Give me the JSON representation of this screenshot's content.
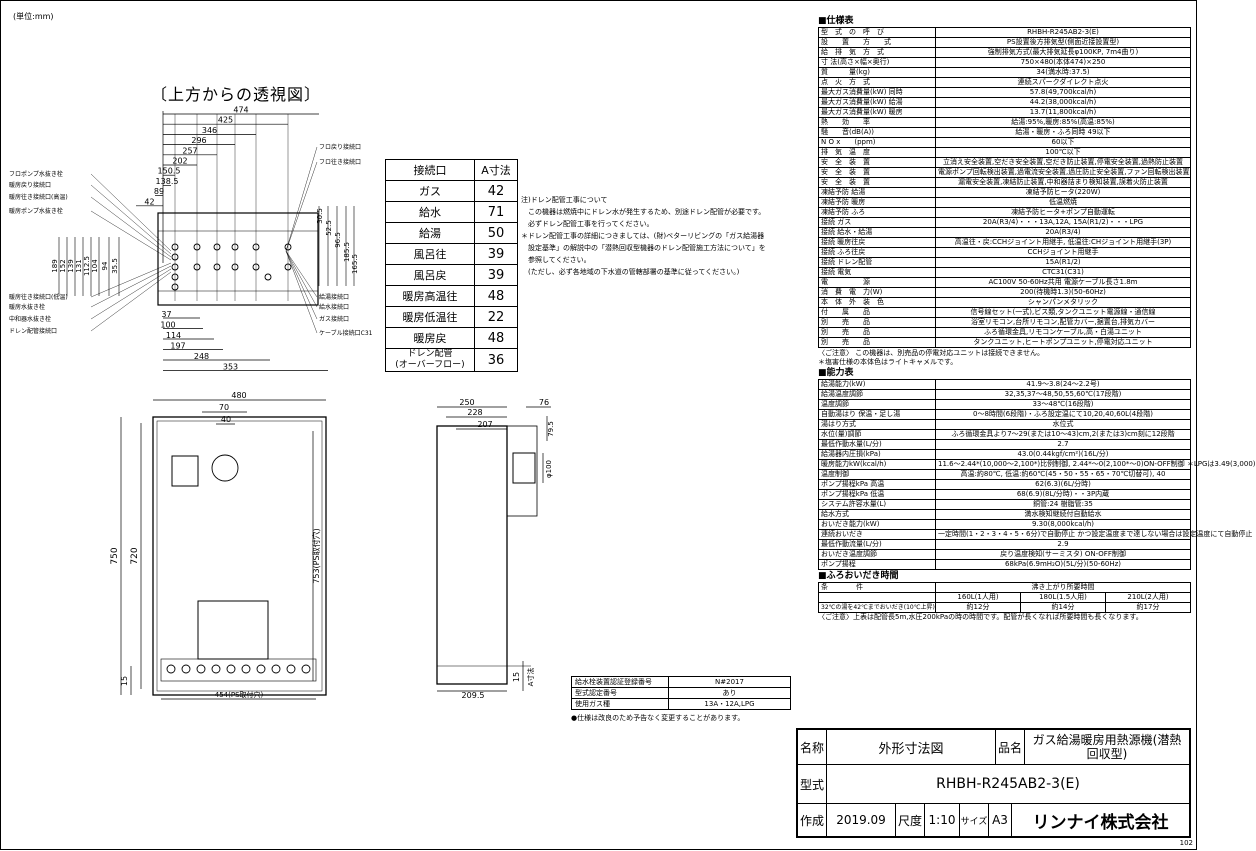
{
  "unit_note": "(単位:mm)",
  "view_title": "〔上方からの透視図〕",
  "top_view": {
    "dims_horizontal": [
      "474",
      "425",
      "346",
      "296",
      "257",
      "202",
      "150.5",
      "138.5",
      "89",
      "42"
    ],
    "dims_bottom": [
      "37",
      "100",
      "114",
      "197",
      "248",
      "353"
    ],
    "dims_left_vertical": [
      "189",
      "152",
      "139",
      "131",
      "112.5",
      "104",
      "94",
      "35.5"
    ],
    "dims_right_vertical": [
      "30.5",
      "52.5",
      "96.5",
      "185.5",
      "165.5"
    ],
    "labels_left": [
      "フロポンプ水抜き栓",
      "暖房戻り接続口",
      "暖房往き接続口(高温)",
      "暖房ポンプ水抜き栓",
      "暖房往き接続口(低温)",
      "暖房水抜き栓",
      "中和器水抜き栓",
      "ドレン配管接続口"
    ],
    "labels_right": [
      "フロ戻り接続口",
      "フロ往き接続口",
      "給湯接続口",
      "給水接続口",
      "ガス接続口",
      "ケーブル接続口C31"
    ]
  },
  "connection_table": {
    "headers": [
      "接続口",
      "A寸法"
    ],
    "rows": [
      [
        "ガス",
        "42"
      ],
      [
        "給水",
        "71"
      ],
      [
        "給湯",
        "50"
      ],
      [
        "風呂往",
        "39"
      ],
      [
        "風呂戻",
        "39"
      ],
      [
        "暖房高温往",
        "48"
      ],
      [
        "暖房低温往",
        "22"
      ],
      [
        "暖房戻",
        "48"
      ],
      [
        "ドレン配管\n(オーバーフロー)",
        "36"
      ]
    ]
  },
  "drain_note": "注)ドレン配管工事について\n　この機器は燃焼中にドレン水が発生するため、別途ドレン配管が必要です。\n　必ずドレン配管工事を行ってください。\n＊ドレン配管工事の詳細につきましては、(財)ベターリビングの「ガス給湯器\n　設定基準」の解説中の「潜熱回収型機器のドレン配管施工方法について」を\n　参照してください。\n　(ただし、必ず各地域の下水道の管轄部署の基準に従ってください。)",
  "front_view": {
    "dims": [
      "480",
      "70",
      "40",
      "750",
      "720",
      "753(PS取付穴)",
      "15",
      "454(PS取付穴)"
    ]
  },
  "side_view": {
    "dims": [
      "250",
      "228",
      "207",
      "76",
      "79.5",
      "φ100",
      "209.5",
      "15",
      "A寸法"
    ]
  },
  "spec_title": "■仕様表",
  "spec_rows": [
    [
      "型　式　の　呼　び",
      "RHBH-R245AB2-3(E)"
    ],
    [
      "設　　置　　方　　式",
      "PS設置後方排気型(側面近接設置型)"
    ],
    [
      "給　排　気　方　式",
      "強制排気方式(最大排気延長φ100KP, 7m4曲り)"
    ],
    [
      "寸 法(高さ×幅×奥行)",
      "750×480(本体474)×250"
    ],
    [
      "質　　　量(kg)",
      "34(満水時:37.5)"
    ],
    [
      "点　火　方　式",
      "連続スパークダイレクト点火"
    ],
    [
      "最大ガス消費量(kW) 同時",
      "57.8(49,700kcal/h)"
    ],
    [
      "最大ガス消費量(kW) 給湯",
      "44.2(38,000kcal/h)"
    ],
    [
      "最大ガス消費量(kW) 暖房",
      "13.7(11,800kcal/h)"
    ],
    [
      "熱　　効　　率",
      "給湯:95%,暖房:85%(高温:85%)"
    ],
    [
      "騒　　音(dB(A))",
      "給湯・暖房・ふろ同時 49以下"
    ],
    [
      "N O x　　(ppm)",
      "60以下"
    ],
    [
      "排　気　温　度",
      "100℃以下"
    ],
    [
      "安　全　装　置",
      "立消え安全装置,空だき安全装置,空だき防止装置,停電安全装置,過熱防止装置"
    ],
    [
      "安　全　装　置",
      "電源ポンプ回転検出装置,過電流安全装置,過圧防止安全装置,ファン回転検出装置"
    ],
    [
      "安　全　装　置",
      "漏電安全装置,凍結防止装置,中和器詰まり検知装置,誤着火防止装置"
    ],
    [
      "凍結予防 給湯",
      "凍結予防ヒータ(220W)"
    ],
    [
      "凍結予防 暖房",
      "低温燃焼"
    ],
    [
      "凍結予防 ふろ",
      "凍結予防ヒータ+ポンプ自動運転"
    ],
    [
      "接続 ガス",
      "20A(R3/4)・・・13A,12A, 15A(R1/2)・・・LPG"
    ],
    [
      "接続 給水・給湯",
      "20A(R3/4)"
    ],
    [
      "接続 暖房往戻",
      "高温往・戻:CCHジョイント用継手, 低温往:CHジョイント用継手(3P)"
    ],
    [
      "接続 ふろ往戻",
      "CCHジョイント用継手"
    ],
    [
      "接続 ドレン配管",
      "15A(R1/2)"
    ],
    [
      "接続 電気",
      "CTC31(C31)"
    ],
    [
      "電　　　　　源",
      "AC100V 50-60Hz共用 電源ケーブル長さ1.8m"
    ],
    [
      "消　費　電　力(W)",
      "200(待機時1.3)(50-60Hz)"
    ],
    [
      "本　体　外　装　色",
      "シャンパンメタリック"
    ],
    [
      "付　　属　　品",
      "信号線セット(一式),ビス類,タンクユニット電源線・通信線"
    ],
    [
      "別　　売　　品",
      "浴室リモコン,台所リモコン,配管カバー,据置台,排気カバー"
    ],
    [
      "別　　売　　品",
      "ふろ循環金具,リモコンケーブル,高・白湯ユニット"
    ],
    [
      "別　　売　　品",
      "タンクユニット,ヒートポンプユニット,停電対応ユニット"
    ]
  ],
  "spec_caution": "〈ご注意〉 この機器は、別売品の停電対応ユニットは接続できません。\n＊塩害仕様の本体色はライトキャメルです。",
  "perf_title": "■能力表",
  "perf_rows": [
    [
      "給湯能力(kW)",
      "41.9〜3.8(24〜2.2号)"
    ],
    [
      "給湯温度調節",
      "32,35,37〜48,50,55,60℃(17段階)"
    ],
    [
      "温度調節",
      "33〜48℃(16段階)"
    ],
    [
      "自動湯はり 保温・足し湯",
      "0〜8時間(6段階)・ふろ設定温にて10,20,40,60L(4段階)"
    ],
    [
      "湯はり方式",
      "水位式"
    ],
    [
      "水位(量)調節",
      "ふろ循環金具より7〜29(または10〜43)cm,2(または3)cm刻に12段階"
    ],
    [
      "最低作動水量(L/分)",
      "2.7"
    ],
    [
      "給湯器内圧損(kPa)",
      "43.0(0.44kgf/cm²)(16L/分)"
    ],
    [
      "暖房能力kW(kcal/h)",
      "11.6〜2.44*(10,000〜2,100*)比例制御, 2.44*〜0(2,100*〜0)ON-OFF制御 ＊LPGは3.49(3,000)"
    ],
    [
      "温度制御",
      "高温:約80℃, 低温:約60℃(45・50・55・65・70℃切替可), 40"
    ],
    [
      "ポンプ揚程kPa 高温",
      "62(6.3)(6L/分時)"
    ],
    [
      "ポンプ揚程kPa 低温",
      "68(6.9)(8L/分時)・・3P内蔵"
    ],
    [
      "システム許容水量(L)",
      "銅管:24 樹脂管:35"
    ],
    [
      "給水方式",
      "満水検知継続付自動給水"
    ],
    [
      "おいだき能力(kW)",
      "9.30(8,000kcal/h)"
    ],
    [
      "連続おいだき",
      "一定時間(1・2・3・4・5・6分)で自動停止 かつ設定温度まで達しない場合は設定温度にて自動停止"
    ],
    [
      "最低作動流量(L/分)",
      "2.9"
    ],
    [
      "おいだき温度調節",
      "戻り温度検知(サーミスタ) ON-OFF制御"
    ],
    [
      "ポンプ揚程",
      "68kPa(6.9mH₂O)(5L/分)(50-60Hz)"
    ]
  ],
  "bath_title": "■ふろおいだき時間",
  "bath_table": {
    "condition_header": "条　　　　件",
    "time_header": "沸き上がり所要時間",
    "cols": [
      "160L(1人用)",
      "180L(1.5人用)",
      "210L(2人用)"
    ],
    "condition": "32℃の湯を42℃までおいだき(10℃上昇)",
    "values": [
      "約12分",
      "約14分",
      "約17分"
    ],
    "caution": "〈ご注意〉上表は配管長5m,水圧200kPaの時の時間です。配管が長くなれば所要時間も長くなります。"
  },
  "cert_table": [
    [
      "給水栓装置認証登録番号",
      "N#2017"
    ],
    [
      "型式認定番号",
      "あり"
    ],
    [
      "使用ガス種",
      "13A・12A,LPG"
    ]
  ],
  "cert_note": "●仕様は改良のため予告なく変更することがあります。",
  "title_block": {
    "name_label": "名称",
    "name": "外形寸法図",
    "product_label": "品名",
    "product": "ガス給湯暖房用熱源機(潜熱回収型)",
    "model_label": "型式",
    "model": "RHBH-R245AB2-3(E)",
    "made_label": "作成",
    "date": "2019.09",
    "scale_label": "尺度",
    "scale": "1:10",
    "size_label": "サイズ",
    "size": "A3",
    "company": "リンナイ株式会社"
  },
  "page_number": "102"
}
